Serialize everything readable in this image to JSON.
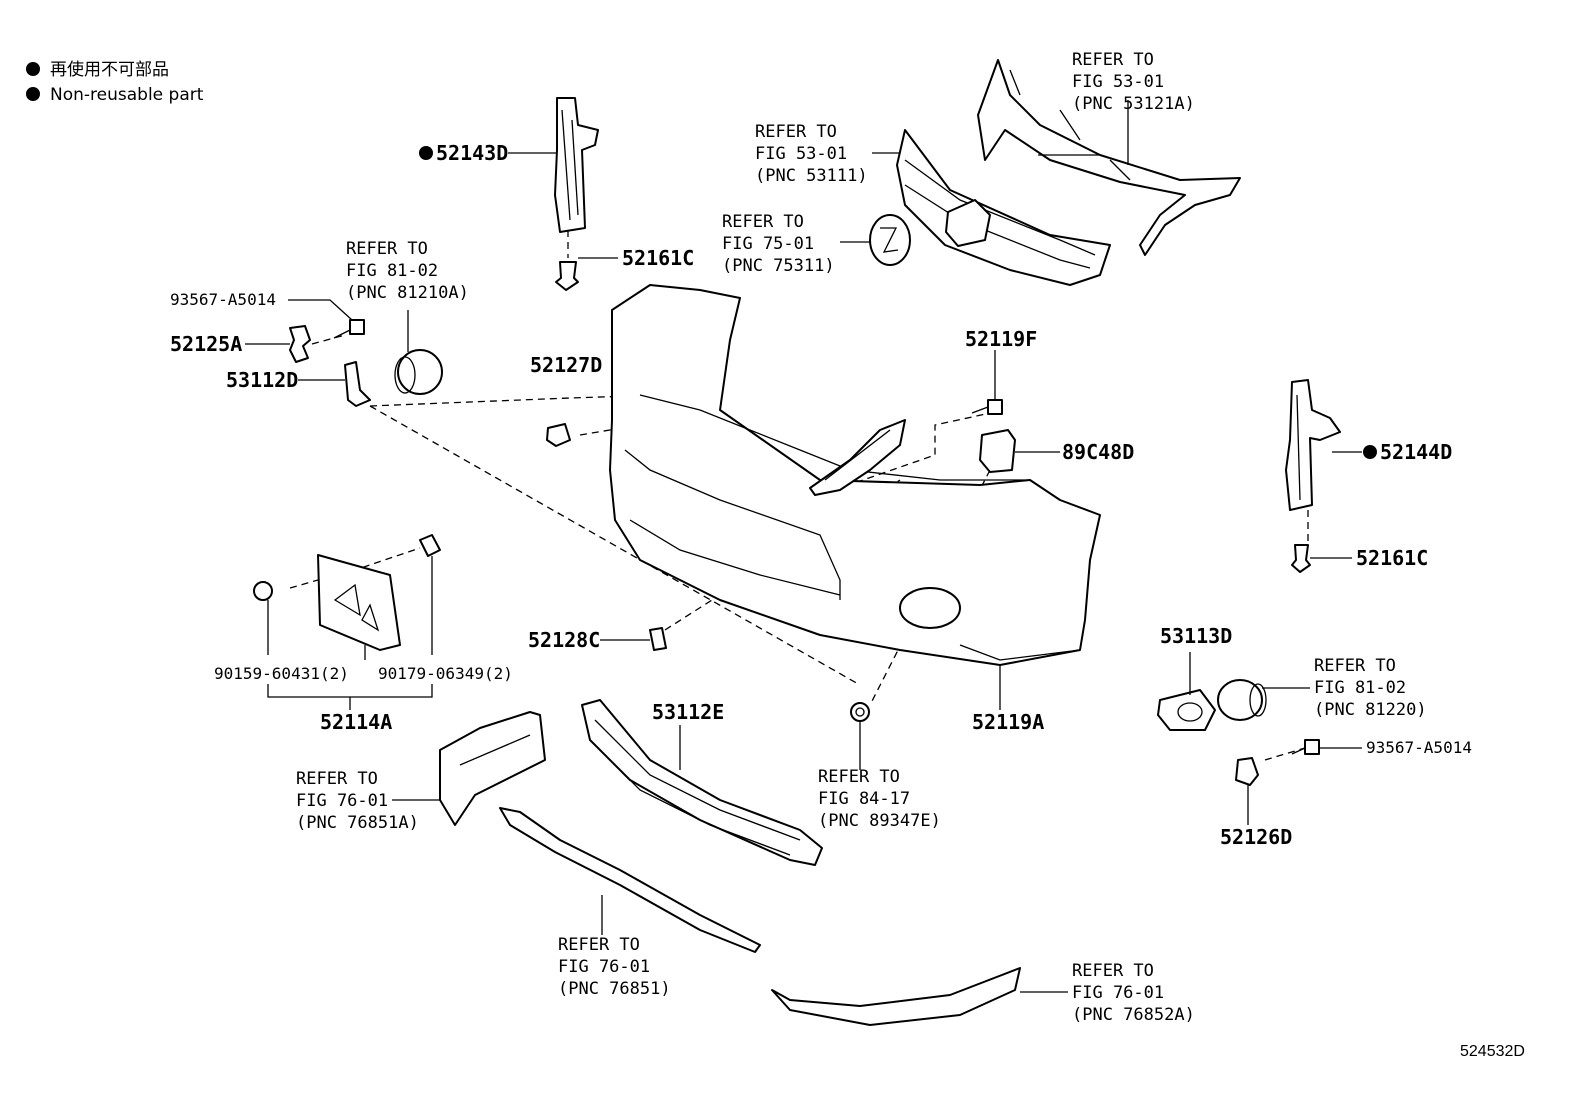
{
  "legend": {
    "line_jp": "再使用不可部品",
    "line_en": "Non-reusable part"
  },
  "figure_id": "524532D",
  "parts": {
    "p52143D": "52143D",
    "p52161C_top": "52161C",
    "p52161C_right": "52161C",
    "p93567_left": "93567-A5014",
    "p93567_right": "93567-A5014",
    "p52125A": "52125A",
    "p53112D": "53112D",
    "p52127D": "52127D",
    "p52119F": "52119F",
    "p89C48D": "89C48D",
    "p52144D": "52144D",
    "p90159": "90159-60431(2)",
    "p90179": "90179-06349(2)",
    "p52114A": "52114A",
    "p52128C": "52128C",
    "p53112E": "53112E",
    "p52119A": "52119A",
    "p53113D": "53113D",
    "p52126D": "52126D"
  },
  "refs": {
    "r81_02_a": [
      "REFER TO",
      "FIG 81-02",
      "(PNC 81210A)"
    ],
    "r53_01_a": [
      "REFER TO",
      "FIG 53-01",
      "(PNC 53121A)"
    ],
    "r53_01_b": [
      "REFER TO",
      "FIG 53-01",
      "(PNC 53111)"
    ],
    "r75_01": [
      "REFER TO",
      "FIG 75-01",
      "(PNC 75311)"
    ],
    "r81_02_b": [
      "REFER TO",
      "FIG 81-02",
      "(PNC 81220)"
    ],
    "r76_01_a": [
      "REFER TO",
      "FIG 76-01",
      "(PNC 76851A)"
    ],
    "r84_17": [
      "REFER TO",
      "FIG 84-17",
      "(PNC 89347E)"
    ],
    "r76_01_b": [
      "REFER TO",
      "FIG 76-01",
      "(PNC 76851)"
    ],
    "r76_01_c": [
      "REFER TO",
      "FIG 76-01",
      "(PNC 76852A)"
    ]
  }
}
